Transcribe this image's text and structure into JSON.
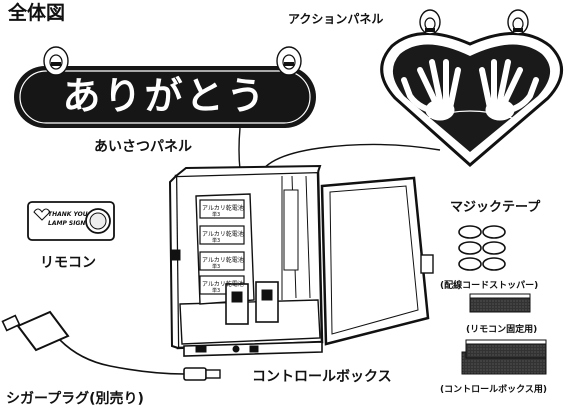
{
  "title": "全体図",
  "greeting_sign_text": "ありがとう",
  "labels": {
    "greeting_panel": "あいさつパネル",
    "action_panel": "アクションパネル",
    "remote": "リモコン",
    "magic_tape": "マジックテープ",
    "wire_stopper": "(配線コードストッパー)",
    "remote_fix": "(リモコン固定用)",
    "control_box_use": "(コントロールボックス用)",
    "control_box": "コントロールボックス",
    "cigar_plug": "シガープラグ(別売り)"
  },
  "remote_text": [
    "THANK YOU",
    "LAMP SIGN"
  ],
  "battery_text": "アルカリ乾電池",
  "battery_size": "単3"
}
